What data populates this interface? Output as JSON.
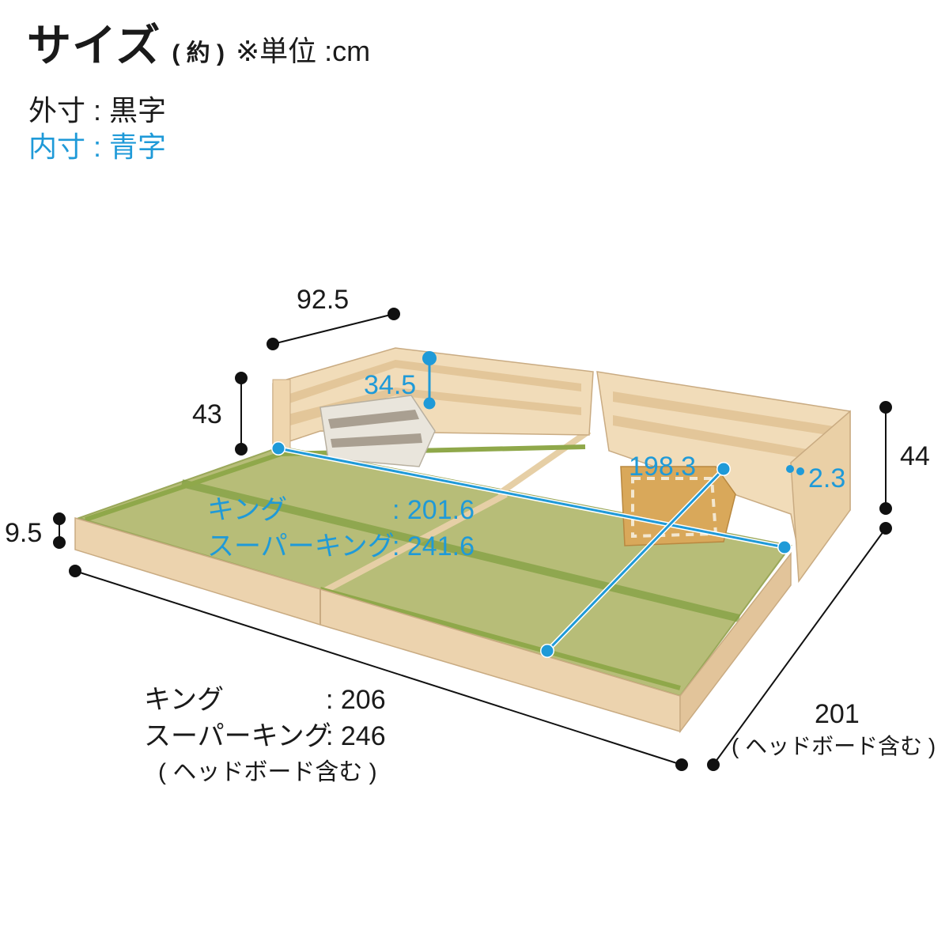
{
  "title": {
    "main": "サイズ",
    "paren": "( 約 )",
    "unit": "※単位 :cm"
  },
  "legend": {
    "outer": "外寸 : 黒字",
    "inner": "内寸 : 青字"
  },
  "colors": {
    "outer": "#1a1a1a",
    "inner": "#1f9ad8",
    "wood": "#ecd3ae",
    "tatami": "#b9bf7c",
    "tatami_border": "#8fa84a"
  },
  "dimensions": {
    "headboard_width": "92.5",
    "headboard_height": "43",
    "headboard_inner_height": "34.5",
    "frame_height": "9.5",
    "right_height": "44",
    "rail_thickness": "2.3",
    "inner_length": "198.3",
    "inner_width": {
      "king_label": "キング",
      "king_value": ": 201.6",
      "super_label": "スーパーキング",
      "super_value": ": 241.6"
    },
    "outer_width": {
      "king_label": "キング",
      "king_value": ": 206",
      "super_label": "スーパーキング",
      "super_value": ": 246",
      "note": "( ヘッドボード含む )"
    },
    "outer_length": {
      "value": "201",
      "note": "( ヘッドボード含む )"
    }
  }
}
